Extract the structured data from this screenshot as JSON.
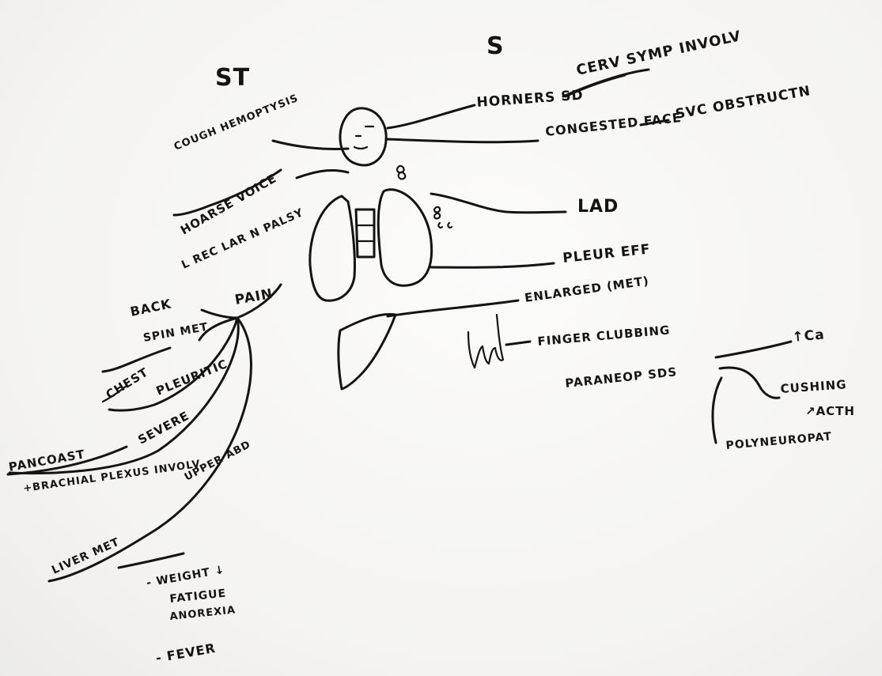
{
  "headings": {
    "left": "ST",
    "right": "S"
  },
  "labels": {
    "horners_sd": "HORNERS SD",
    "cerv_symp_involv": "CERV SYMP INVOLV",
    "congested_face": "CONGESTED FACE",
    "svc_obstruction": "SVC OBSTRUCTN",
    "lad": "LAD",
    "pleur_eff": "PLEUR EFF",
    "enlarged_met": "ENLARGED (MET)",
    "finger_clubbing": "FINGER CLUBBING",
    "paraneop_sds": "PARANEOP SDS",
    "ca": "↑Ca",
    "cushing": "CUSHING",
    "acth": "↗ACTH",
    "polyneuropat": "POLYNEUROPAT",
    "cough_hemoptysis": "COUGH HEMOPTYSIS",
    "hoarse_voice": "HOARSE VOICE",
    "l_rec_lar_n_palsy": "L REC LAR N PALSY",
    "pain": "PAIN",
    "back": "BACK",
    "spin_met": "SPIN MET",
    "chest": "CHEST",
    "pleuritic": "PLEURITIC",
    "severe": "SEVERE",
    "pancoast": "PANCOAST",
    "brachial_plexus": "+BRACHIAL PLEXUS INVOLV",
    "upper_abd": "UPPER ABD",
    "liver_met": "LIVER MET",
    "weight": "- WEIGHT ↓",
    "fatigue": "FATIGUE",
    "anorexia": "ANOREXIA",
    "fever": "- FEVER"
  }
}
